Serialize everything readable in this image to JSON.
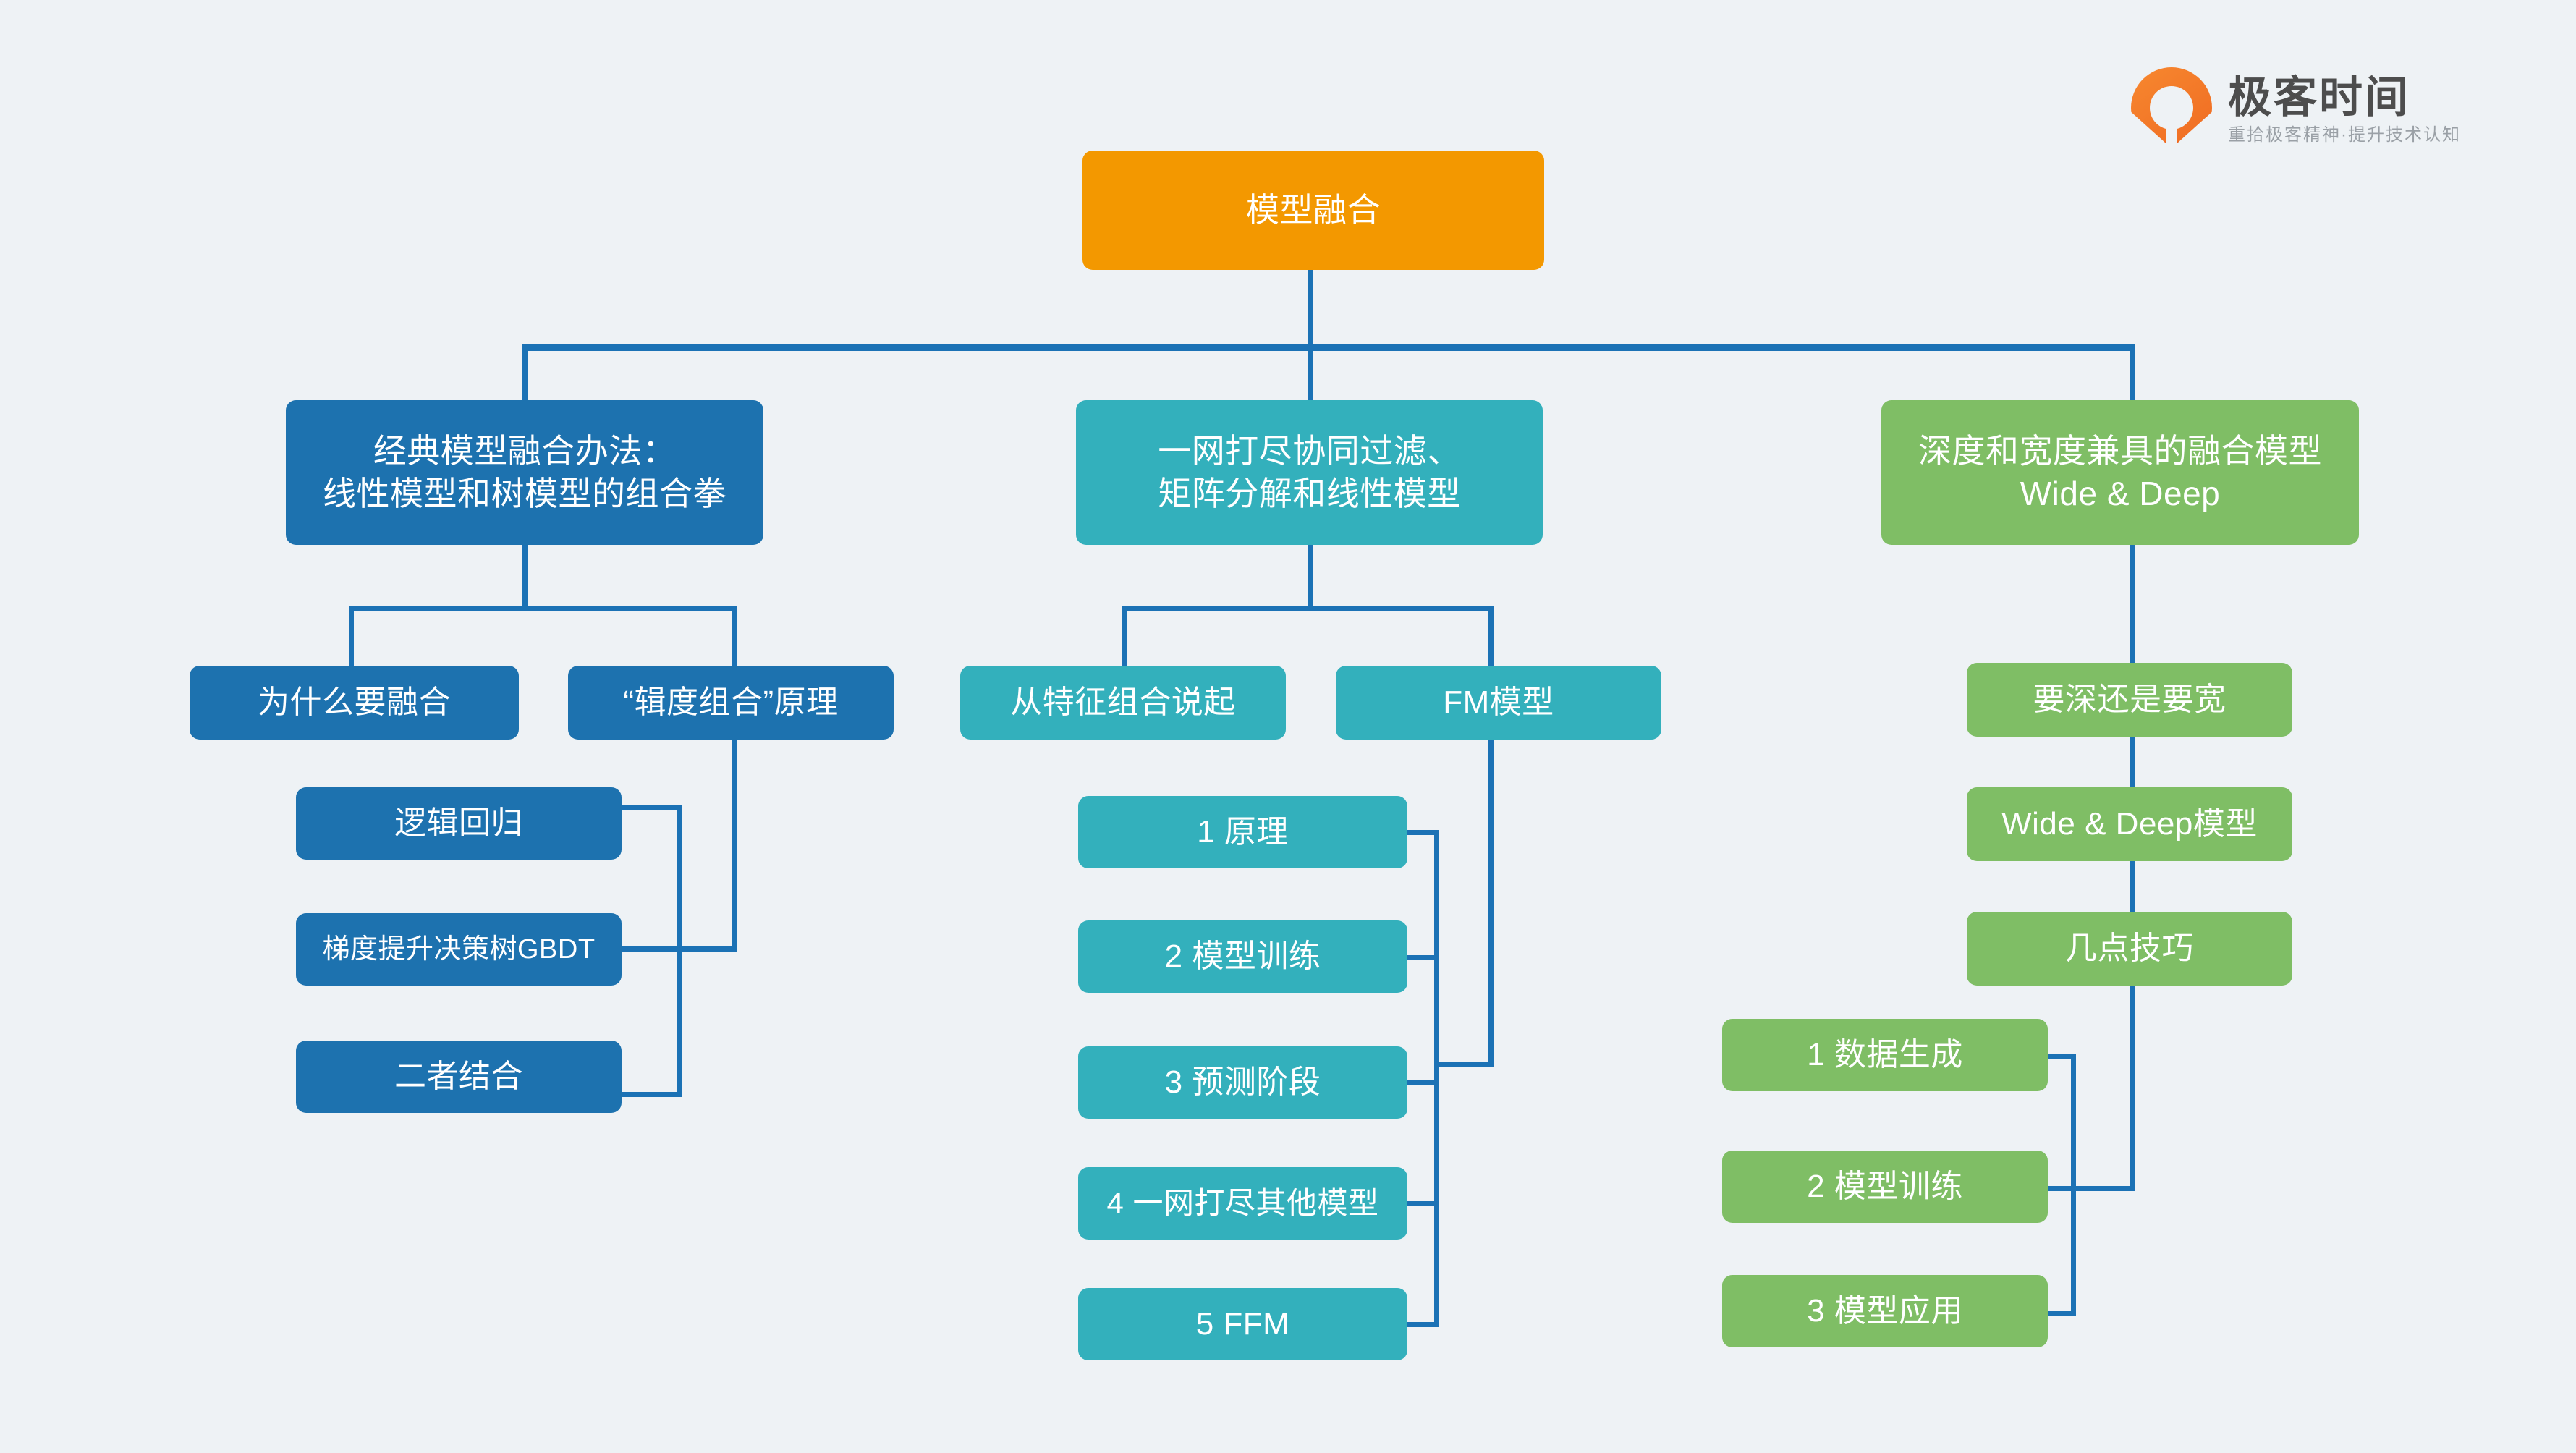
{
  "brand": {
    "logo_icon": "geektime-drop-logo",
    "title": "极客时间",
    "tagline": "重拾极客精神·提升技术认知"
  },
  "theme": {
    "background": "#eef2f5",
    "root_color": "#f39800",
    "branch_blue": "#1d72af",
    "branch_teal": "#33b0bc",
    "branch_green": "#7fbe65",
    "connector_color": "#1b72b5",
    "node_text_color": "#ffffff"
  },
  "mindmap": {
    "root": {
      "label": "模型融合"
    },
    "branches": [
      {
        "id": "branch-classic-fusion",
        "label": "经典模型融合办法：\n线性模型和树模型的组合拳",
        "color": "blue",
        "children": [
          {
            "id": "why-fuse",
            "label": "为什么要融合",
            "children": []
          },
          {
            "id": "logit-combination",
            "label": "“辑度组合”原理",
            "children": [
              {
                "id": "logistic-regression",
                "label": "逻辑回归"
              },
              {
                "id": "gbdt",
                "label": "梯度提升决策树GBDT"
              },
              {
                "id": "combine-both",
                "label": "二者结合"
              }
            ]
          }
        ]
      },
      {
        "id": "branch-cf-mf-linear",
        "label": "一网打尽协同过滤、\n矩阵分解和线性模型",
        "color": "teal",
        "children": [
          {
            "id": "feature-combination",
            "label": "从特征组合说起",
            "children": []
          },
          {
            "id": "fm-model",
            "label": "FM模型",
            "children": [
              {
                "id": "fm-1",
                "label": "1 原理"
              },
              {
                "id": "fm-2",
                "label": "2 模型训练"
              },
              {
                "id": "fm-3",
                "label": "3 预测阶段"
              },
              {
                "id": "fm-4",
                "label": "4 一网打尽其他模型"
              },
              {
                "id": "fm-5",
                "label": "5 FFM"
              }
            ]
          }
        ]
      },
      {
        "id": "branch-wide-deep",
        "label": "深度和宽度兼具的融合模型\nWide & Deep",
        "color": "green",
        "children": [
          {
            "id": "deep-or-wide",
            "label": "要深还是要宽"
          },
          {
            "id": "wide-deep-model",
            "label": "Wide & Deep模型"
          },
          {
            "id": "some-tips",
            "label": "几点技巧",
            "children": [
              {
                "id": "tip-1",
                "label": "1 数据生成"
              },
              {
                "id": "tip-2",
                "label": "2 模型训练"
              },
              {
                "id": "tip-3",
                "label": "3 模型应用"
              }
            ]
          }
        ]
      }
    ]
  }
}
